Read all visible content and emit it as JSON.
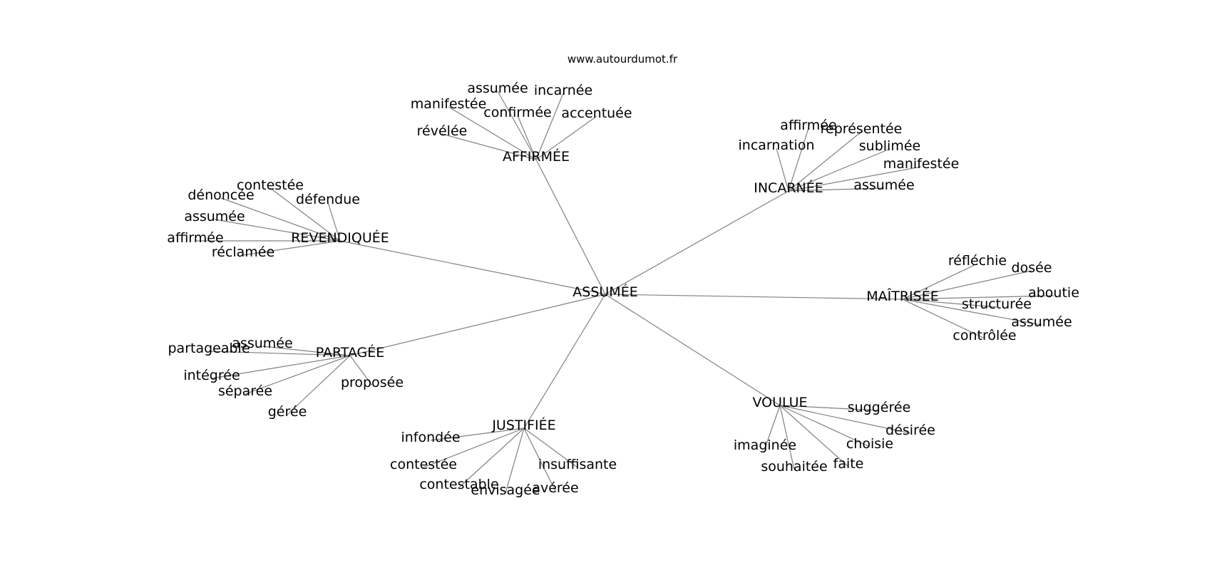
{
  "site": "www.autourdumot.fr",
  "center": "ASSUMÉE",
  "branches": [
    {
      "label": "AFFIRMÉE",
      "leaves": [
        "assumée",
        "incarnée",
        "manifestée",
        "confirmée",
        "accentuée",
        "révélée"
      ]
    },
    {
      "label": "INCARNÉE",
      "leaves": [
        "affirmée",
        "représentée",
        "incarnation",
        "sublimée",
        "manifestée",
        "assumée"
      ]
    },
    {
      "label": "REVENDIQUÉE",
      "leaves": [
        "contestée",
        "dénoncée",
        "défendue",
        "assumée",
        "affirmée",
        "réclamée"
      ]
    },
    {
      "label": "MAÎTRISÉE",
      "leaves": [
        "réfléchie",
        "dosée",
        "aboutie",
        "structurée",
        "assumée",
        "contrôlée"
      ]
    },
    {
      "label": "PARTAGÉE",
      "leaves": [
        "assumée",
        "partageable",
        "intégrée",
        "séparée",
        "proposée",
        "gérée"
      ]
    },
    {
      "label": "VOULUE",
      "leaves": [
        "suggérée",
        "désirée",
        "choisie",
        "imaginée",
        "faite",
        "souhaitée"
      ]
    },
    {
      "label": "JUSTIFIÉE",
      "leaves": [
        "infondée",
        "contestée",
        "insuffisante",
        "contestable",
        "avérée",
        "envisagée"
      ]
    }
  ]
}
